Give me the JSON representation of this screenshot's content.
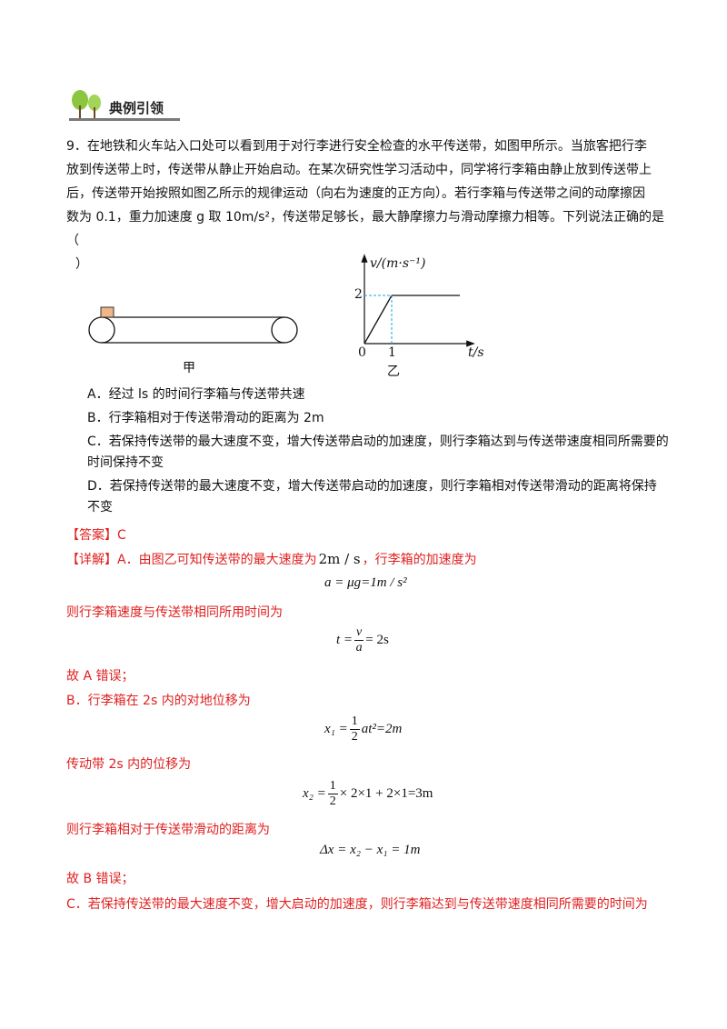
{
  "header": {
    "title": "典例引领"
  },
  "question": {
    "lines": [
      "9．在地铁和火车站入口处可以看到用于对行李进行安全检查的水平传送带，如图甲所示。当旅客把行李",
      "放到传送带上时，传送带从静止开始启动。在某次研究性学习活动中，同学将行李箱由静止放到传送带上",
      "后，传送带开始按照如图乙所示的规律运动（向右为速度的正方向）。若行李箱与传送带之间的动摩擦因",
      "数为 0.1，重力加速度 g 取 10m/s²，传送带足够长，最大静摩擦力与滑动摩擦力相等。下列说法正确的是（",
      "）"
    ]
  },
  "figure_jia": {
    "caption": "甲"
  },
  "figure_yi": {
    "caption": "乙",
    "y_axis_label": "v/(m·s⁻¹)",
    "x_axis_label": "t/s",
    "origin_label": "0",
    "x_tick": "1",
    "y_tick": "2"
  },
  "options": [
    {
      "text": "A．经过 ls 的时间行李箱与传送带共速"
    },
    {
      "text": "B．行李箱相对于传送带滑动的距离为 2m"
    },
    {
      "text": "C．若保持传送带的最大速度不变，增大传送带启动的加速度，则行李箱达到与传送带速度相同所需要的"
    },
    {
      "text": "时间保持不变"
    },
    {
      "text": "D．若保持传送带的最大速度不变，增大传送带启动的加速度，则行李箱相对传送带滑动的距离将保持"
    },
    {
      "text": "不变"
    }
  ],
  "answer": {
    "label": "【答案】",
    "value": "C"
  },
  "explanation": {
    "label": "【详解】",
    "line1_a": "A．由图乙可知传送带的最大速度为",
    "line1_math": "2m / s",
    "line1_b": "，行李箱的加速度为",
    "eq1": "a = μg=1m / s²",
    "line2": "则行李箱速度与传送带相同所用时间为",
    "eq2_lhs": "t =",
    "eq2_num": "v",
    "eq2_den": "a",
    "eq2_rhs": "= 2s",
    "line3": "故 A 错误；",
    "line4": "B．行李箱在 2s 内的对地位移为",
    "eq3_lhs": "x₁ =",
    "eq3_num": "1",
    "eq3_den": "2",
    "eq3_rhs": "at²=2m",
    "line5": "传动带 2s 内的位移为",
    "eq4_lhs": "x₂ =",
    "eq4_num": "1",
    "eq4_den": "2",
    "eq4_rhs": "× 2×1 + 2×1=3m",
    "line6": "则行李箱相对于传送带滑动的距离为",
    "eq5": "Δx = x₂ − x₁ = 1m",
    "line7": "故 B 错误；",
    "line8": "C．若保持传送带的最大速度不变，增大启动的加速度，则行李箱达到与传送带速度相同所需要的时间为"
  }
}
